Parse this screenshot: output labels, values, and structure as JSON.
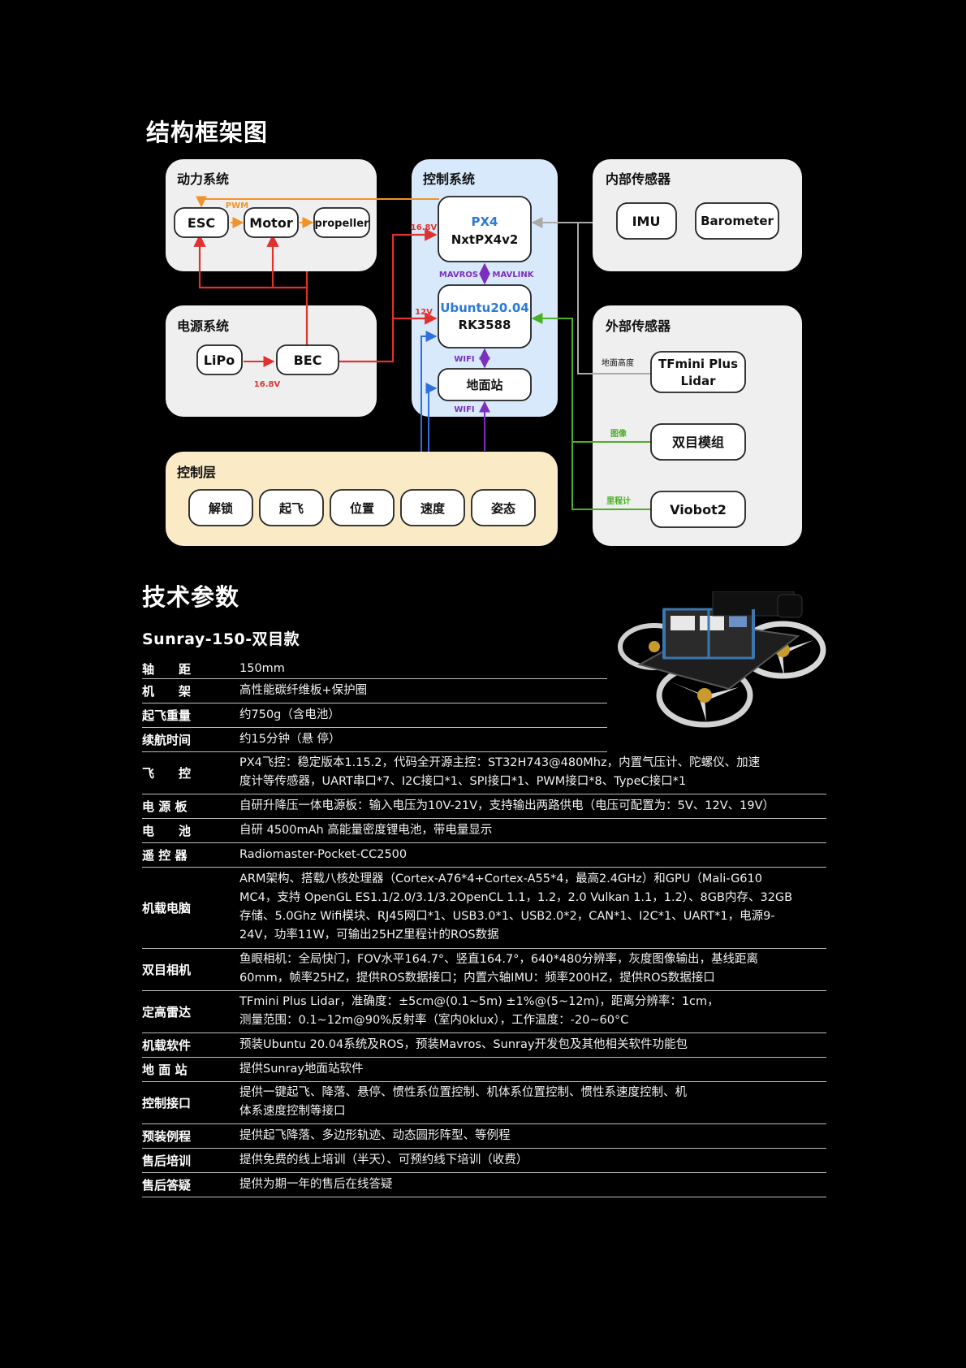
{
  "section_titles": {
    "structure": "结构框架图",
    "tech": "技术参数"
  },
  "diagram": {
    "power_system": {
      "title": "动力系统",
      "esc": "ESC",
      "motor": "Motor",
      "propeller": "propeller",
      "pwm": "PWM"
    },
    "power_supply": {
      "title": "电源系统",
      "lipo": "LiPo",
      "bec": "BEC",
      "voltage": "16.8V"
    },
    "control_system": {
      "title": "控制系统",
      "px4_top": "PX4",
      "px4_bottom": "NxtPX4v2",
      "ubuntu_top": "Ubuntu20.04",
      "ubuntu_bottom": "RK3588",
      "ground_station": "地面站",
      "mavros": "MAVROS",
      "mavlink": "MAVLINK",
      "wifi": "WIFI",
      "v16": "16.8V",
      "v12": "12V"
    },
    "internal_sensors": {
      "title": "内部传感器",
      "imu": "IMU",
      "barometer": "Barometer"
    },
    "external_sensors": {
      "title": "外部传感器",
      "lidar_top": "TFmini Plus",
      "lidar_bottom": "Lidar",
      "stereo": "双目模组",
      "viobot": "Viobot2",
      "label_height": "地面高度",
      "label_image": "图像",
      "label_odom": "里程计"
    },
    "control_layer": {
      "title": "控制层",
      "buttons": [
        "解锁",
        "起飞",
        "位置",
        "速度",
        "姿态"
      ]
    },
    "colors": {
      "orange": "#f0932b",
      "red": "#e0312f",
      "purple": "#7b2fbf",
      "blue": "#2f6fe0",
      "green": "#4caf27",
      "gray": "#aaaaaa",
      "blue_text": "#2a7ad6"
    }
  },
  "specs": {
    "product": "Sunray-150-双目款",
    "rows": [
      {
        "key": "轴　　距",
        "lines": [
          "150mm"
        ]
      },
      {
        "key": "机　　架",
        "lines": [
          "高性能碳纤维板+保护圈"
        ]
      },
      {
        "key": "起飞重量",
        "lines": [
          "约750g（含电池）"
        ]
      },
      {
        "key": "续航时间",
        "lines": [
          "约15分钟（悬 停）"
        ]
      },
      {
        "key": "飞　　控",
        "lines": [
          "PX4飞控：稳定版本1.15.2，代码全开源主控：ST32H743@480Mhz，内置气压计、陀螺仪、加速",
          "度计等传感器，UART串口*7、I2C接口*1、SPI接口*1、PWM接口*8、TypeC接口*1"
        ]
      },
      {
        "key": "电 源 板",
        "lines": [
          "自研升降压一体电源板：输入电压为10V-21V，支持输出两路供电（电压可配置为：5V、12V、19V）"
        ]
      },
      {
        "key": "电　　池",
        "lines": [
          "自研 4500mAh 高能量密度锂电池，带电量显示"
        ]
      },
      {
        "key": "遥 控 器",
        "lines": [
          "Radiomaster-Pocket-CC2500"
        ]
      },
      {
        "key": "机载电脑",
        "lines": [
          "ARM架构、搭载八核处理器（Cortex-A76*4+Cortex-A55*4，最高2.4GHz）和GPU（Mali-G610",
          "MC4，支持 OpenGL ES1.1/2.0/3.1/3.2OpenCL 1.1，1.2，2.0 Vulkan 1.1，1.2）、8GB内存、32GB",
          "存储、5.0Ghz Wifi模块、RJ45网口*1、USB3.0*1、USB2.0*2，CAN*1、I2C*1、UART*1，电源9-",
          "24V，功率11W，可输出25HZ里程计的ROS数据"
        ]
      },
      {
        "key": "双目相机",
        "lines": [
          "鱼眼相机：全局快门，FOV水平164.7°、竖直164.7°，640*480分辨率，灰度图像输出，基线距离",
          "60mm，帧率25HZ，提供ROS数据接口；内置六轴IMU：频率200HZ，提供ROS数据接口"
        ]
      },
      {
        "key": "定高雷达",
        "lines": [
          "TFmini Plus Lidar，准确度：±5cm@(0.1~5m) ±1%@(5~12m)，距离分辨率：1cm，",
          "测量范围：0.1~12m@90%反射率（室内0klux），工作温度：-20~60°C"
        ]
      },
      {
        "key": "机载软件",
        "lines": [
          "预装Ubuntu 20.04系统及ROS，预装Mavros、Sunray开发包及其他相关软件功能包"
        ]
      },
      {
        "key": "地 面 站",
        "lines": [
          "提供Sunray地面站软件"
        ]
      },
      {
        "key": "控制接口",
        "lines": [
          "提供一键起飞、降落、悬停、惯性系位置控制、机体系位置控制、惯性系速度控制、机",
          "体系速度控制等接口"
        ]
      },
      {
        "key": "预装例程",
        "lines": [
          "提供起飞降落、多边形轨迹、动态圆形阵型、等例程"
        ]
      },
      {
        "key": "售后培训",
        "lines": [
          "提供免费的线上培训（半天）、可预约线下培训（收费）"
        ]
      },
      {
        "key": "售后答疑",
        "lines": [
          "提供为期一年的售后在线答疑"
        ]
      }
    ]
  }
}
